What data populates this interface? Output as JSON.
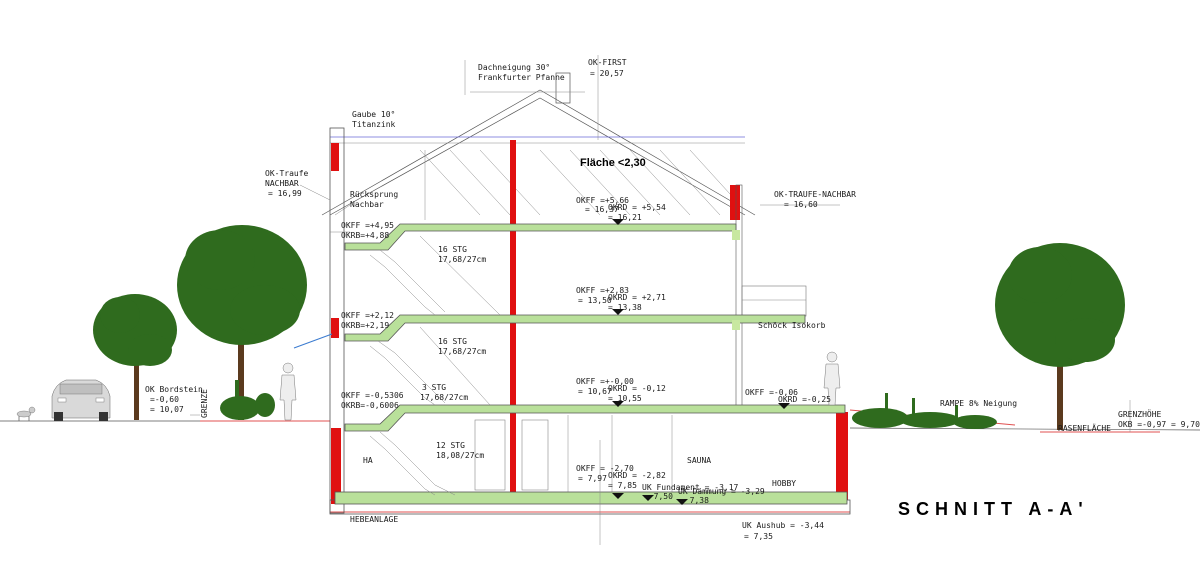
{
  "title": "SCHNITT A-A'",
  "area_note": "Fläche <2,30",
  "roof": {
    "pitch_line1": "Dachneigung 30°",
    "pitch_line2": "Frankfurter Pfanne",
    "ridge_label": "OK-FIRST",
    "ridge_value": "= 20,57",
    "dormer_line1": "Gaube 10°",
    "dormer_line2": "Titanzink",
    "eave_left_line1": "OK-Traufe",
    "eave_left_line2": "NACHBAR",
    "eave_left_value": "= 16,99",
    "eave_right_label": "OK-TRAUFE-NACHBAR",
    "eave_right_value": "= 16,60",
    "setback_line1": "Rücksprung",
    "setback_line2": "Nachbar"
  },
  "levels": {
    "attic": {
      "okff_left": "OKFF =+4,95",
      "okrb_left": "OKRB=+4,88",
      "okff": "OKFF =+5,66",
      "okff_abs": "= 16,37",
      "okrd": "OKRD = +5,54",
      "okrd_abs": "= 16,21"
    },
    "upper": {
      "okff_left": "OKFF =+2,12",
      "okrb_left": "OKRB=+2,19",
      "okff": "OKFF =+2,83",
      "okff_abs": "= 13,50",
      "okrd": "OKRD = +2,71",
      "okrd_abs": "= 13,38"
    },
    "ground": {
      "okff_left": "OKFF =-0,5306",
      "okrb_left": "OKRB=-0,6006",
      "okff": "OKFF =+-0,00",
      "okff_abs": "= 10,67",
      "okrd": "OKRD = -0,12",
      "okrd_abs": "= 10,55",
      "okff_right": "OKFF =-0,06",
      "okrd_right": "OKRD =-0,25"
    },
    "basement": {
      "okff": "OKFF = -2,70",
      "okff_abs": "= 7,97",
      "okrd": "OKRD = -2,82",
      "okrd_abs": "= 7,85",
      "uk_fund": "UK Fundament = -3,17",
      "uk_fund_abs": "= 7,50",
      "uk_daemm": "UK Dämmung = -3,29",
      "uk_daemm_abs": "= 7,38",
      "uk_aushub": "UK Aushub = -3,44",
      "uk_aushub_abs": "= 7,35"
    }
  },
  "stairs": [
    {
      "line1": "16 STG",
      "line2": "17,68/27cm"
    },
    {
      "line1": "16 STG",
      "line2": "17,68/27cm"
    },
    {
      "line1": "3 STG",
      "line2": "17,68/27cm"
    },
    {
      "line1": "12 STG",
      "line2": "18,08/27cm"
    }
  ],
  "rooms": {
    "ha": "HA",
    "sauna": "SAUNA",
    "hobby": "HOBBY",
    "hebeanlage": "HEBEANLAGE",
    "isokorb": "Schöck Isokorb"
  },
  "site": {
    "bordstein_label": "OK Bordstein",
    "bordstein_value1": "=-0,60",
    "bordstein_value2": "= 10,07",
    "grenze": "GRENZE",
    "rampe": "RAMPE 8% Neigung",
    "rasen": "RASENFLÄCHE",
    "grenzhoehe_label": "GRENZHÖHE",
    "grenzhoehe_value": "OKB =-0,97 = 9,70"
  },
  "colors": {
    "slab": "#b9e09a",
    "wall": "#e01010",
    "tree": "#2f6b1e"
  }
}
